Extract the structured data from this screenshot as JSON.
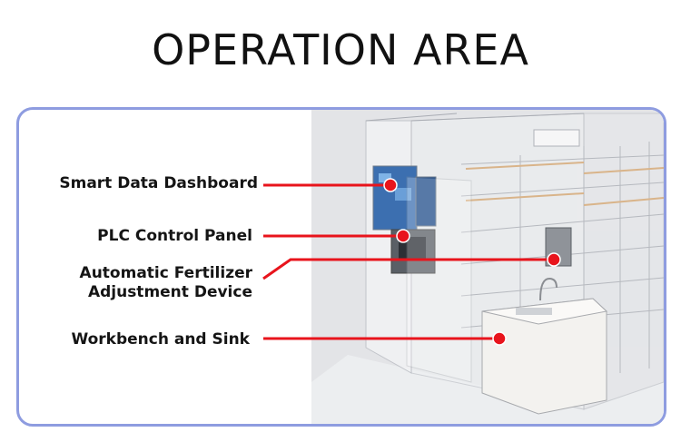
{
  "title": "OPERATION AREA",
  "callouts": [
    {
      "id": "dashboard",
      "label": "Smart Data Dashboard"
    },
    {
      "id": "plc",
      "label": "PLC Control Panel"
    },
    {
      "id": "fertilizer",
      "label_line1": "Automatic Fertilizer",
      "label_line2": "Adjustment Device"
    },
    {
      "id": "workbench",
      "label": "Workbench and Sink"
    }
  ],
  "colors": {
    "frame": "#8e9ce0",
    "callout": "#e8141c",
    "text": "#151515"
  }
}
